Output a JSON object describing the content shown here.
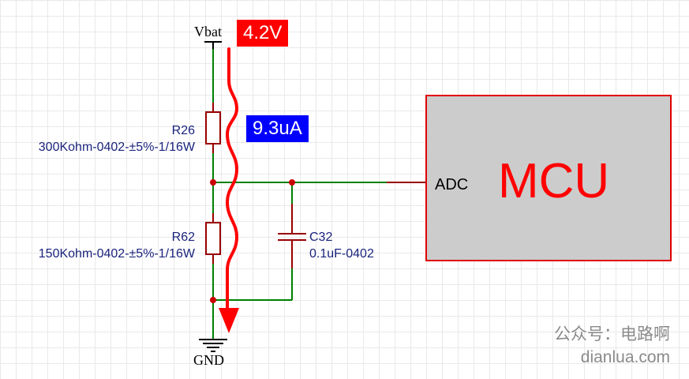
{
  "supply": {
    "name": "Vbat",
    "voltage": "4.2V",
    "voltage_color": "#ff0000"
  },
  "current": {
    "value": "9.3uA",
    "color": "#0000ff"
  },
  "resistors": [
    {
      "ref": "R26",
      "value": "300Kohm-0402-±5%-1/16W"
    },
    {
      "ref": "R62",
      "value": "150Kohm-0402-±5%-1/16W"
    }
  ],
  "capacitor": {
    "ref": "C32",
    "value": "0.1uF-0402"
  },
  "ground": {
    "name": "GND"
  },
  "mcu": {
    "title": "MCU",
    "pin": "ADC",
    "fill": "#cccccc",
    "border": "#e00000"
  },
  "colors": {
    "wire": "#008000",
    "component": "#990000",
    "junction": "#cc0000",
    "arrow": "#ff0000"
  },
  "watermark": {
    "line1": "公众号：电路啊",
    "line2": "dianlua.com"
  }
}
